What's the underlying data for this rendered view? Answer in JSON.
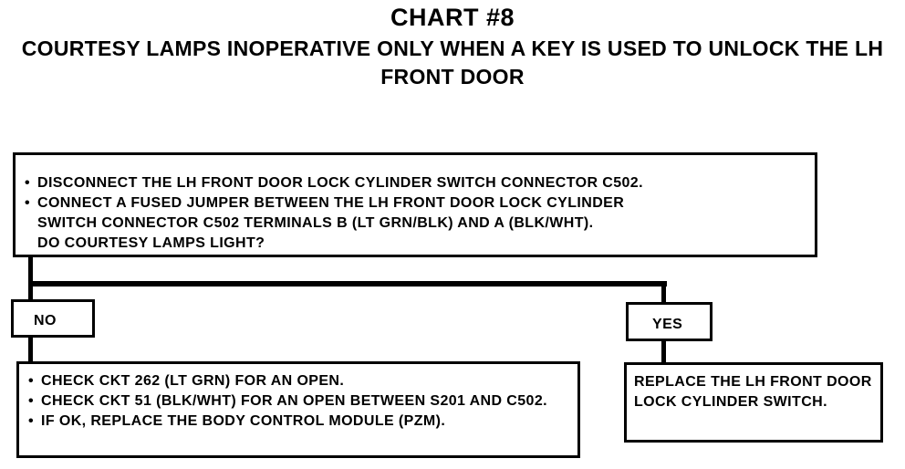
{
  "title": "CHART #8",
  "subtitle": "COURTESY LAMPS INOPERATIVE ONLY WHEN A KEY IS USED TO UNLOCK THE LH FRONT DOOR",
  "main_step": {
    "items": [
      "DISCONNECT THE LH FRONT DOOR LOCK CYLINDER SWITCH CONNECTOR C502.",
      "CONNECT A FUSED JUMPER BETWEEN THE LH FRONT DOOR LOCK CYLINDER"
    ],
    "continuation": [
      "SWITCH CONNECTOR C502 TERMINALS B (LT GRN/BLK) AND A (BLK/WHT).",
      "DO COURTESY LAMPS LIGHT?"
    ]
  },
  "branches": {
    "no": {
      "label": "NO",
      "action": [
        "CHECK CKT 262 (LT GRN) FOR AN OPEN.",
        "CHECK CKT 51 (BLK/WHT) FOR AN OPEN BETWEEN S201 AND C502.",
        "IF OK, REPLACE THE BODY CONTROL MODULE (PZM)."
      ]
    },
    "yes": {
      "label": "YES",
      "action": "REPLACE THE LH FRONT DOOR LOCK CYLINDER SWITCH."
    }
  }
}
